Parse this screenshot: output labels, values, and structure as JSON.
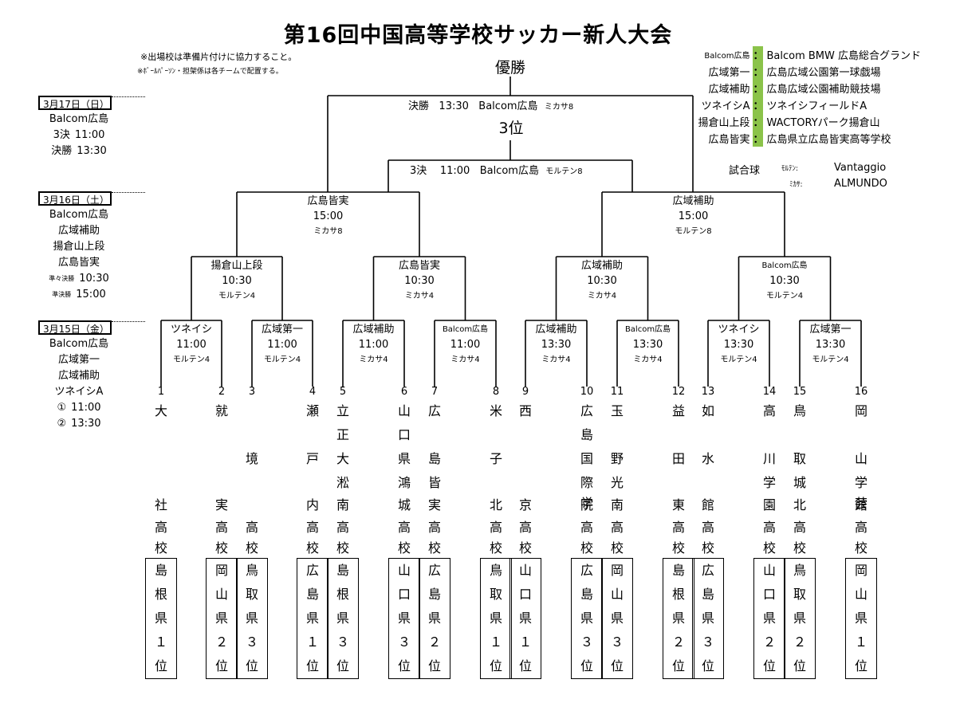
{
  "title": "第16回中国高等学校サッカー新人大会",
  "notes": [
    "※出場校は準備片付けに協力すること。",
    "※ﾎﾞｰﾙﾊﾟｰｿﾝ・担架係は各チームで配置する。"
  ],
  "champion_label": "優勝",
  "third_label": "3位",
  "final": {
    "name": "決勝",
    "time": "13:30",
    "venue": "Balcom広島",
    "ball": "ミカサ8"
  },
  "third_place": {
    "name": "3決",
    "time": "11:00",
    "venue": "Balcom広島",
    "ball": "モルテン8"
  },
  "venues": [
    {
      "short": "Balcom広島",
      "full": "Balcom BMW 広島総合グランド"
    },
    {
      "short": "広域第一",
      "full": "広島広域公園第一球戯場"
    },
    {
      "short": "広域補助",
      "full": "広島広域公園補助競技場"
    },
    {
      "short": "ツネイシA",
      "full": "ツネイシフィールドA"
    },
    {
      "short": "揚倉山上段",
      "full": "WACTORYパーク揚倉山"
    },
    {
      "short": "広島皆実",
      "full": "広島県立広島皆実高等学校"
    }
  ],
  "venue_sep": "：",
  "match_ball": {
    "label": "試合球",
    "items": [
      {
        "brand": "ﾓﾙﾃﾝ:",
        "model": "Vantaggio"
      },
      {
        "brand": "ﾐｶｻ:",
        "model": "ALMUNDO"
      }
    ]
  },
  "days": [
    {
      "date": "3月17日（日）",
      "lines": [
        "Balcom広島"
      ],
      "rows": [
        [
          "3決",
          "11:00"
        ],
        [
          "決勝",
          "13:30"
        ]
      ]
    },
    {
      "date": "3月16日（土）",
      "lines": [
        "Balcom広島",
        "広域補助",
        "揚倉山上段",
        "広島皆実"
      ],
      "rows_small": [
        [
          "準々決勝",
          "10:30"
        ],
        [
          "準決勝",
          "15:00"
        ]
      ]
    },
    {
      "date": "3月15日（金）",
      "lines": [
        "Balcom広島",
        "広域第一",
        "広域補助",
        "ツネイシA"
      ],
      "rows": [
        [
          "①",
          "11:00"
        ],
        [
          "②",
          "13:30"
        ]
      ]
    }
  ],
  "semis": [
    {
      "venue": "広島皆実",
      "time": "15:00",
      "ball": "ミカサ8"
    },
    {
      "venue": "広域補助",
      "time": "15:00",
      "ball": "モルテン8"
    }
  ],
  "quarters": [
    {
      "venue": "揚倉山上段",
      "time": "10:30",
      "ball": "モルテン4"
    },
    {
      "venue": "広島皆実",
      "time": "10:30",
      "ball": "ミカサ4"
    },
    {
      "venue": "広域補助",
      "time": "10:30",
      "ball": "ミカサ4"
    },
    {
      "venue": "Balcom広島",
      "time": "10:30",
      "ball": "モルテン4"
    }
  ],
  "round1": [
    {
      "venue": "ツネイシ",
      "time": "11:00",
      "ball": "モルテン4"
    },
    {
      "venue": "広域第一",
      "time": "11:00",
      "ball": "モルテン4"
    },
    {
      "venue": "広域補助",
      "time": "11:00",
      "ball": "ミカサ4"
    },
    {
      "venue": "Balcom広島",
      "time": "11:00",
      "ball": "ミカサ4"
    },
    {
      "venue": "広域補助",
      "time": "13:30",
      "ball": "ミカサ4"
    },
    {
      "venue": "Balcom広島",
      "time": "13:30",
      "ball": "ミカサ4"
    },
    {
      "venue": "ツネイシ",
      "time": "13:30",
      "ball": "モルテン4"
    },
    {
      "venue": "広域第一",
      "time": "13:30",
      "ball": "モルテン4"
    }
  ],
  "teams": [
    {
      "no": "1",
      "name": [
        "大",
        "",
        "",
        "",
        "",
        "社",
        "高",
        "校"
      ],
      "pref": [
        "島",
        "根",
        "県",
        "１",
        "位"
      ]
    },
    {
      "no": "2",
      "name": [
        "就",
        "",
        "",
        "",
        "",
        "実",
        "高",
        "校"
      ],
      "pref": [
        "岡",
        "山",
        "県",
        "２",
        "位"
      ]
    },
    {
      "no": "3",
      "name": [
        "",
        "",
        "境",
        "",
        "",
        "",
        "高",
        "校"
      ],
      "pref": [
        "鳥",
        "取",
        "県",
        "３",
        "位"
      ]
    },
    {
      "no": "4",
      "name": [
        "瀬",
        "",
        "戸",
        "",
        "",
        "内",
        "高",
        "校"
      ],
      "pref": [
        "広",
        "島",
        "県",
        "１",
        "位"
      ]
    },
    {
      "no": "5",
      "name": [
        "立",
        "正",
        "大",
        "淞",
        "",
        "南",
        "高",
        "校"
      ],
      "pref": [
        "島",
        "根",
        "県",
        "３",
        "位"
      ]
    },
    {
      "no": "6",
      "name": [
        "山",
        "口",
        "県",
        "鴻",
        "",
        "城",
        "高",
        "校"
      ],
      "pref": [
        "山",
        "口",
        "県",
        "３",
        "位"
      ]
    },
    {
      "no": "7",
      "name": [
        "広",
        "",
        "島",
        "皆",
        "",
        "実",
        "高",
        "校"
      ],
      "pref": [
        "広",
        "島",
        "県",
        "２",
        "位"
      ]
    },
    {
      "no": "8",
      "name": [
        "米",
        "",
        "子",
        "",
        "",
        "北",
        "高",
        "校"
      ],
      "pref": [
        "鳥",
        "取",
        "県",
        "１",
        "位"
      ]
    },
    {
      "no": "9",
      "name": [
        "西",
        "",
        "",
        "",
        "",
        "京",
        "高",
        "校"
      ],
      "pref": [
        "山",
        "口",
        "県",
        "１",
        "位"
      ]
    },
    {
      "no": "10",
      "name": [
        "広",
        "島",
        "国",
        "際",
        "学",
        "院",
        "高",
        "校"
      ],
      "pref": [
        "広",
        "島",
        "県",
        "３",
        "位"
      ]
    },
    {
      "no": "11",
      "name": [
        "玉",
        "",
        "野",
        "光",
        "",
        "南",
        "高",
        "校"
      ],
      "pref": [
        "岡",
        "山",
        "県",
        "３",
        "位"
      ]
    },
    {
      "no": "12",
      "name": [
        "益",
        "",
        "田",
        "",
        "",
        "東",
        "高",
        "校"
      ],
      "pref": [
        "島",
        "根",
        "県",
        "２",
        "位"
      ]
    },
    {
      "no": "13",
      "name": [
        "如",
        "",
        "水",
        "",
        "",
        "館",
        "高",
        "校"
      ],
      "pref": [
        "広",
        "島",
        "県",
        "３",
        "位"
      ]
    },
    {
      "no": "14",
      "name": [
        "高",
        "",
        "川",
        "学",
        "",
        "園",
        "高",
        "校"
      ],
      "pref": [
        "山",
        "口",
        "県",
        "２",
        "位"
      ]
    },
    {
      "no": "15",
      "name": [
        "鳥",
        "",
        "取",
        "城",
        "",
        "北",
        "高",
        "校"
      ],
      "pref": [
        "鳥",
        "取",
        "県",
        "２",
        "位"
      ]
    },
    {
      "no": "16",
      "name": [
        "岡",
        "",
        "山",
        "学",
        "芸",
        "館",
        "高",
        "校"
      ],
      "pref": [
        "岡",
        "山",
        "県",
        "１",
        "位"
      ]
    }
  ]
}
